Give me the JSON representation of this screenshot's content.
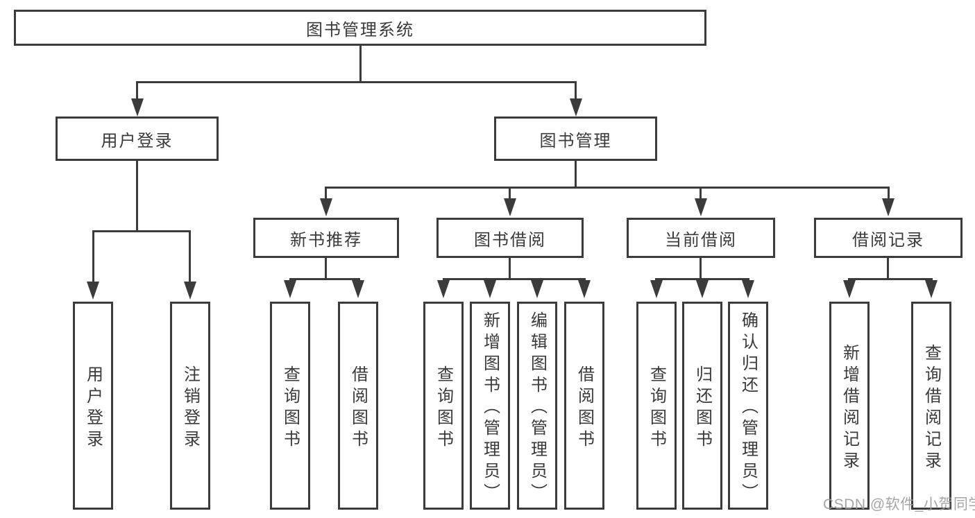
{
  "diagram": {
    "root": {
      "label": "图书管理系统"
    },
    "branches": [
      {
        "label": "用户登录",
        "children": [
          {
            "label": "用户登录"
          },
          {
            "label": "注销登录"
          }
        ]
      },
      {
        "label": "图书管理",
        "children": [
          {
            "label": "新书推荐",
            "children": [
              {
                "label": "查询图书"
              },
              {
                "label": "借阅图书"
              }
            ]
          },
          {
            "label": "图书借阅",
            "children": [
              {
                "label": "查询图书"
              },
              {
                "label": "新增图书（管理员）"
              },
              {
                "label": "编辑图书（管理员）"
              },
              {
                "label": "借阅图书"
              }
            ]
          },
          {
            "label": "当前借阅",
            "children": [
              {
                "label": "查询图书"
              },
              {
                "label": "归还图书"
              },
              {
                "label": "确认归还（管理员）"
              }
            ]
          },
          {
            "label": "借阅记录",
            "children": [
              {
                "label": "新增借阅记录"
              },
              {
                "label": "查询借阅记录"
              }
            ]
          }
        ]
      }
    ]
  },
  "watermark": {
    "text": "CSDN @软件_小贺同学"
  },
  "colors": {
    "line": "#3b3b3b",
    "text": "#3a3a3a",
    "background": "#ffffff",
    "watermark": "#9c9c9c"
  }
}
